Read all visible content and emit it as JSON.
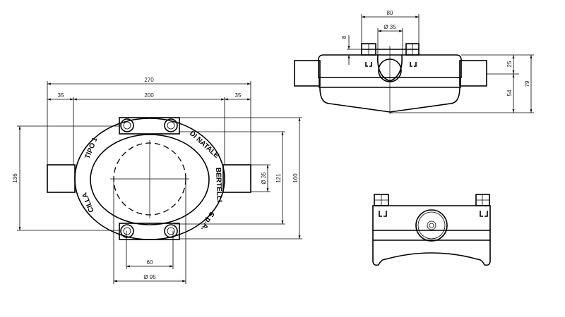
{
  "front_view": {
    "dimensions": {
      "overall_width": "270",
      "left_stub": "35",
      "body_width": "200",
      "right_stub": "35",
      "bolt_spacing_vertical": "136",
      "overall_height": "160",
      "inner_height": "121",
      "stub_diameter": "Ø 35",
      "bolt_spacing": "60",
      "bore_diameter": "Ø 95"
    },
    "engraving": {
      "type": "TIPO 1",
      "model": "CILLA",
      "maker_1": "DI NATALE",
      "maker_2": "BERTELLI",
      "maker_3": "S.p.A."
    }
  },
  "side_view": {
    "dimensions": {
      "bolt_spacing": "80",
      "pipe_diameter": "Ø 35",
      "bolt_height": "8",
      "upper_height": "25",
      "lower_height": "54",
      "total_height": "79"
    }
  }
}
